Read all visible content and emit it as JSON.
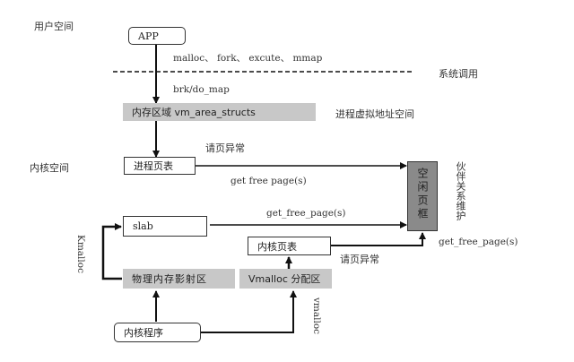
{
  "labels": {
    "user_space": "用户空间",
    "kernel_space": "内核空间",
    "syscall": "系统调用",
    "process_vaddr": "进程虚拟地址空间",
    "buddy": "伙伴关系维护",
    "syscalls_list": "malloc、 fork、 excute、 mmap",
    "brk": "brk/do_map",
    "page_fault_1": "请页异常",
    "page_fault_2": "请页异常",
    "get_free_page_1": "get free page(s)",
    "get_free_page_2": "get_free_page(s)",
    "get_free_page_3": "get_free_page(s)",
    "kmalloc": "Kmalloc",
    "vmalloc": "vmalloc"
  },
  "boxes": {
    "app": "APP",
    "vm_area": "内存区域 vm_area_structs",
    "process_page_table": "进程页表",
    "free_page_frame": "空闲页框",
    "slab": "slab",
    "kernel_page_table": "内核页表",
    "phys_mem_map": "物理内存影射区",
    "vmalloc_area": "Vmalloc 分配区",
    "kernel_program": "内核程序"
  },
  "colors": {
    "gray_box": "#c8c8c8",
    "dark_box": "#8a8a8a",
    "line": "#111111"
  }
}
